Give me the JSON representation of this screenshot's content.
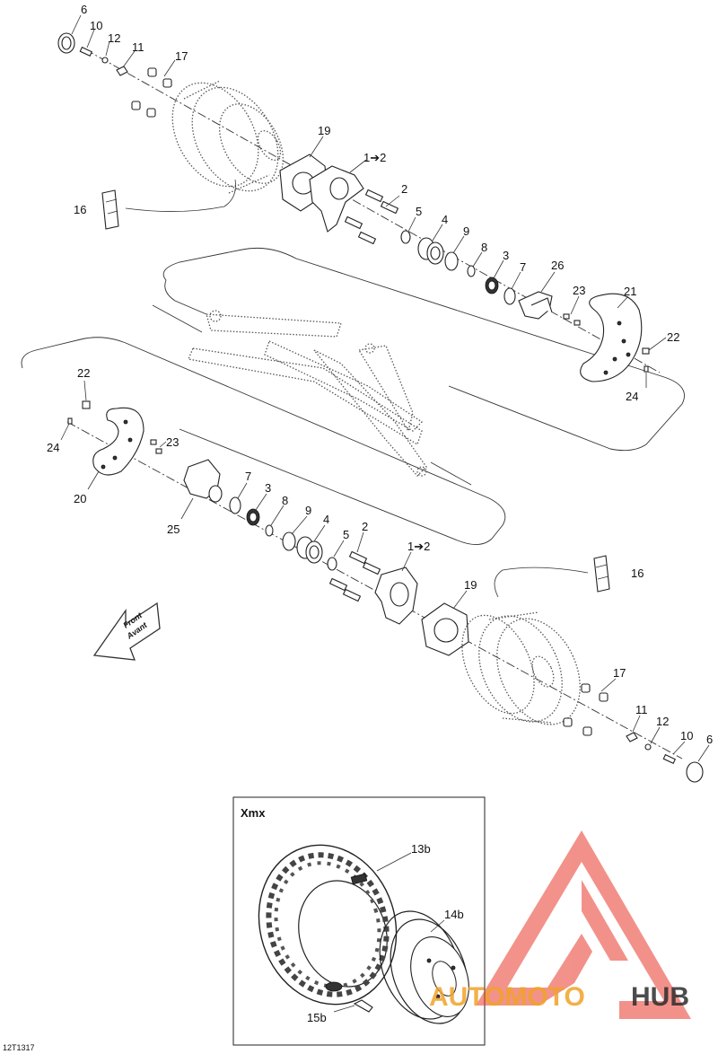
{
  "diagram": {
    "drawing_code": "12T1317",
    "direction_arrow": {
      "line1": "Front",
      "line2": "Avant"
    },
    "inset": {
      "title": "Xmx"
    },
    "watermark": {
      "brand": "AUTOMOTOHUB",
      "brand_part1": "AUTOMOTO",
      "brand_part2": "HUB",
      "brand_color": "#e8392b",
      "brand_color2": "#2d2d2d"
    },
    "callouts": [
      "6",
      "10",
      "12",
      "11",
      "17",
      "19",
      "1➔2",
      "2",
      "16",
      "5",
      "4",
      "9",
      "8",
      "3",
      "7",
      "26",
      "23",
      "21",
      "22",
      "24",
      "22",
      "24",
      "23",
      "20",
      "7",
      "3",
      "25",
      "8",
      "9",
      "4",
      "5",
      "2",
      "1➔2",
      "19",
      "16",
      "17",
      "11",
      "12",
      "10",
      "6",
      "13b",
      "14b",
      "15b"
    ]
  }
}
